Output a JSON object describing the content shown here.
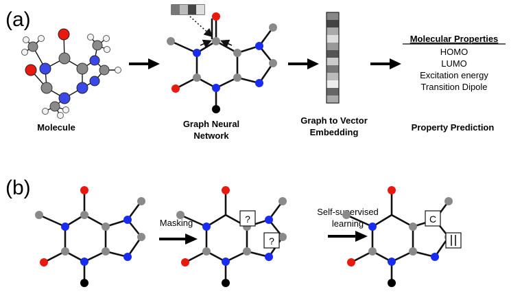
{
  "colors": {
    "carbon": "#8a8a8a",
    "nitrogen": "#1a2cf0",
    "oxygen": "#e8190e",
    "hydrogen": "#f2f2f2",
    "terminal": "#000000"
  },
  "panel_a": {
    "label": "(a)",
    "steps": {
      "molecule": "Molecule",
      "gnn_line1": "Graph Neural",
      "gnn_line2": "Network",
      "embedding_line1": "Graph to Vector",
      "embedding_line2": "Embedding",
      "prediction": "Property Prediction"
    },
    "properties": {
      "heading": "Molecular Properties",
      "items": [
        "HOMO",
        "LUMO",
        "Excitation energy",
        "Transition Dipole"
      ]
    }
  },
  "panel_b": {
    "label": "(b)",
    "masking": "Masking",
    "ssl_line1": "Self-supervised",
    "ssl_line2": "learning",
    "mask_token": "?",
    "recovered_atom": "C",
    "recovered_bond": "||"
  }
}
